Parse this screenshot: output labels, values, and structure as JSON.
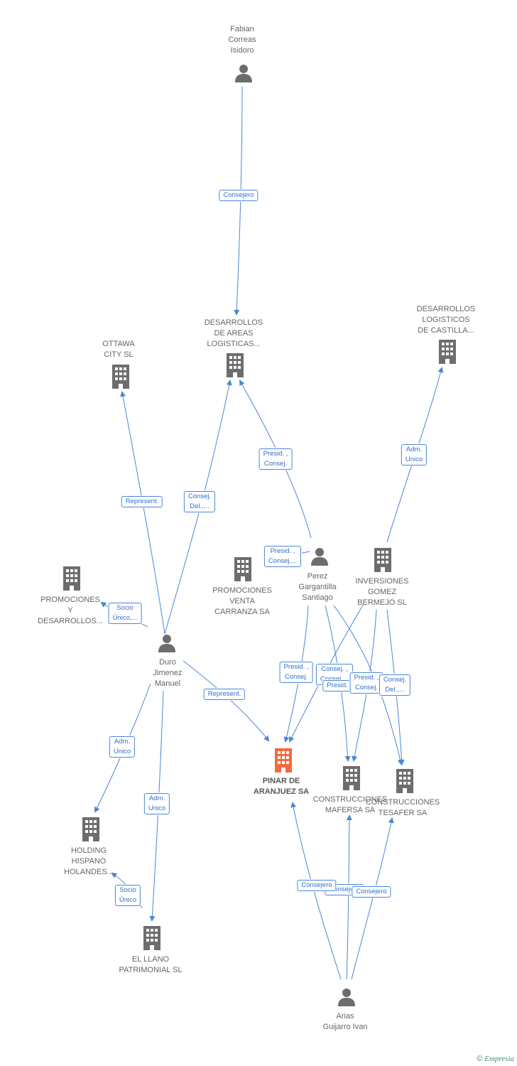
{
  "colors": {
    "edge": "#4a87d6",
    "icon": "#6d6d6d",
    "main_icon": "#f26b3a"
  },
  "nodes": {
    "fabian": "Fabian\nCorreas\nIsidoro",
    "desarrollos_areas": "DESARROLLOS\nDE AREAS\nLOGISTICAS...",
    "desarrollos_castilla": "DESARROLLOS\nLOGISTICOS\nDE CASTILLA...",
    "ottawa": "OTTAWA\nCITY SL",
    "promociones_desarrollos": "PROMOCIONES\nY\nDESARROLLOS...",
    "promociones_venta": "PROMOCIONES\nVENTA\nCARRANZA SA",
    "perez": "Perez\nGargantilla\nSantiago",
    "inversiones": "INVERSIONES\nGOMEZ\nBERMEJO SL",
    "duro": "Duro\nJimenez\nManuel",
    "pinar": "PINAR DE\nARANJUEZ SA",
    "mafersa": "CONSTRUCCIONES\nMAFERSA SA",
    "tesafer": "CONSTRUCCIONES\nTESAFER SA",
    "holding": "HOLDING\nHISPANO\nHOLANDES...",
    "llano": "EL LLANO\nPATRIMONIAL SL",
    "arias": "Arias\nGuijarro Ivan"
  },
  "edges": {
    "consejero_fabian": "Consejero",
    "represent_ottawa": "Represent.",
    "consej_del_duro": "Consej.\nDel.,...",
    "presid_consej_perez_da": "Presid. ,\nConsej.",
    "adm_unico_castilla": "Adm.\nUnico",
    "presid_consej_perez_2": "Presid. ,\nConsej....",
    "socio_unico_promo": "Socio\nÚnico,...",
    "represent_pinar": "Represent.",
    "adm_unico_holding": "Adm.\nUnico",
    "adm_unico_llano": "Adm.\nUnico",
    "socio_unico_holding": "Socio\nÚnico",
    "presid_consej_a": "Presid. ,\nConsej.",
    "consej_consej_b": "Consej. ,\nConsej....",
    "presid_c": "Presid.",
    "presid_consej_d": "Presid. ,\nConsej.",
    "consej_del_e": "Consej.\nDel.,...",
    "consejero_arias_pinar": "Consejero",
    "consejero_arias_mafersa": "Consejero",
    "consejero_arias_tesafer": "Consejero"
  },
  "footer": {
    "copyright": "©",
    "brand": "Empresia"
  }
}
